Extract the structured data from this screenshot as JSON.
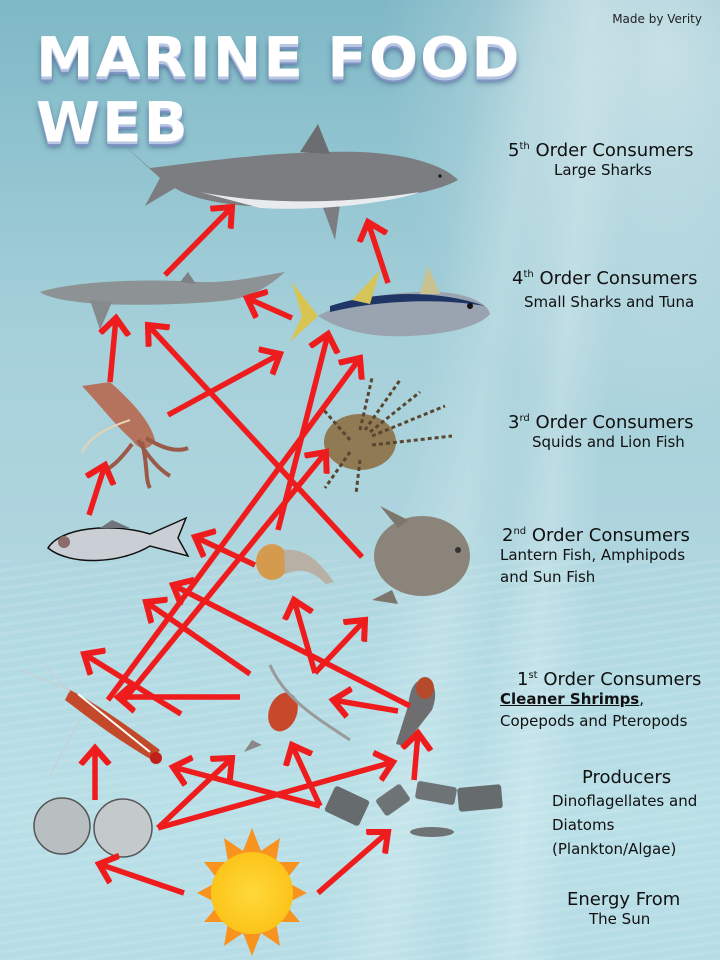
{
  "header": {
    "title": "MARINE FOOD WEB",
    "credit": "Made by Verity"
  },
  "levels": [
    {
      "id": "5",
      "ordinal": "5",
      "suffix": "th",
      "heading": "Order Consumers",
      "desc": "Large Sharks"
    },
    {
      "id": "4",
      "ordinal": "4",
      "suffix": "th",
      "heading": "Order Consumers",
      "desc": "Small Sharks and Tuna"
    },
    {
      "id": "3",
      "ordinal": "3",
      "suffix": "rd",
      "heading": "Order Consumers",
      "desc": "Squids and Lion Fish"
    },
    {
      "id": "2",
      "ordinal": "2",
      "suffix": "nd",
      "heading": "Order Consumers",
      "desc_line1": "Lantern Fish, Amphipods",
      "desc_line2": "and Sun Fish"
    },
    {
      "id": "1",
      "ordinal": "1",
      "suffix": "st",
      "heading": "Order Consumers",
      "desc_bold": "Cleaner Shrimps",
      "desc_comma": ",",
      "desc_line2": "Copepods and Pteropods"
    },
    {
      "id": "producers",
      "heading": "Producers",
      "desc_line1": "Dinoflagellates and",
      "desc_line2": "Diatoms",
      "desc_line3": "(Plankton/Algae)"
    },
    {
      "id": "energy",
      "heading": "Energy From",
      "desc": "The Sun"
    }
  ],
  "organisms": [
    {
      "name": "Large Shark",
      "level": 5
    },
    {
      "name": "Small Shark",
      "level": 4
    },
    {
      "name": "Tuna",
      "level": 4
    },
    {
      "name": "Squid",
      "level": 3
    },
    {
      "name": "Lion Fish",
      "level": 3
    },
    {
      "name": "Lantern Fish",
      "level": 2
    },
    {
      "name": "Amphipod",
      "level": 2
    },
    {
      "name": "Sun Fish",
      "level": 2
    },
    {
      "name": "Cleaner Shrimp",
      "level": 1
    },
    {
      "name": "Copepod",
      "level": 1
    },
    {
      "name": "Pteropod",
      "level": 1
    },
    {
      "name": "Dinoflagellates",
      "level": 0
    },
    {
      "name": "Diatoms",
      "level": 0
    },
    {
      "name": "Sun",
      "level": -1
    }
  ],
  "colors": {
    "arrow": "#ee1c1c",
    "sun_core": "#fcd12a",
    "sun_rays": "#f7931e",
    "title": "#ffffff"
  }
}
